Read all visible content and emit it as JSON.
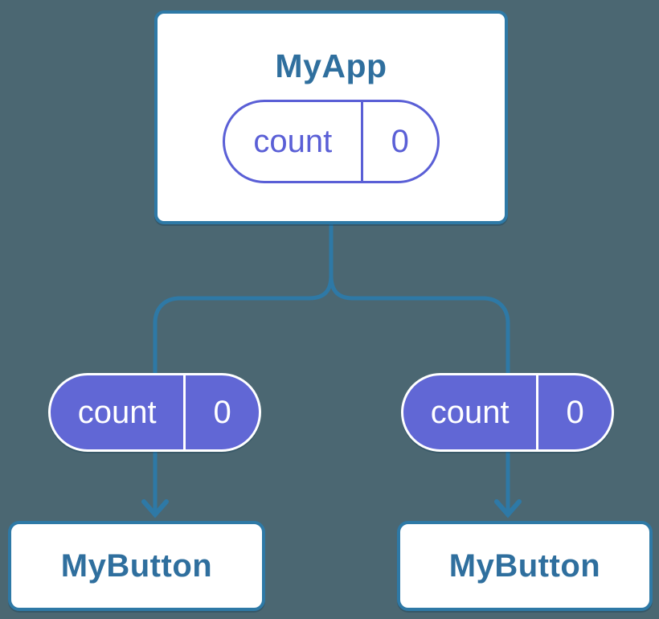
{
  "colors": {
    "bg": "#4b6772",
    "line": "#2e79a6",
    "title": "#2f6f9e",
    "purple": "#5a5fd6",
    "purple-fill": "#6167d5"
  },
  "root": {
    "title": "MyApp",
    "state": {
      "label": "count",
      "value": "0"
    }
  },
  "children": [
    {
      "title": "MyButton",
      "prop": {
        "label": "count",
        "value": "0"
      }
    },
    {
      "title": "MyButton",
      "prop": {
        "label": "count",
        "value": "0"
      }
    }
  ]
}
